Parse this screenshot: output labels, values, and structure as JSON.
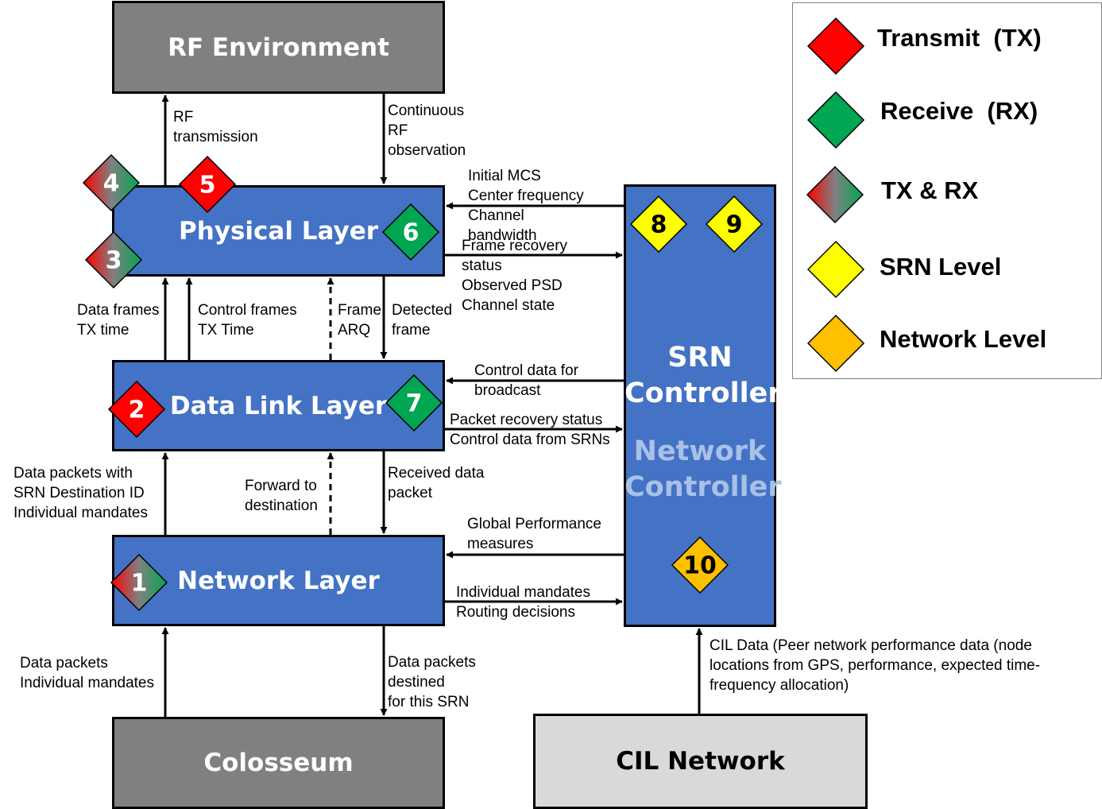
{
  "boxes": {
    "rf_environment": "RF Environment",
    "physical_layer": "Physical Layer",
    "data_link_layer": "Data Link Layer",
    "network_layer": "Network Layer",
    "colosseum": "Colosseum",
    "cil_network": "CIL Network",
    "srn_controller": "SRN\nController",
    "network_controller": "Network\nController"
  },
  "labels": {
    "rf_transmission": "RF\ntransmission",
    "continuous_rf": "Continuous\nRF\nobservation",
    "initial_mcs": "Initial MCS\nCenter frequency\nChannel\nbandwidth",
    "frame_recovery": "Frame recovery\nstatus\nObserved PSD\nChannel state",
    "data_frames": "Data frames\nTX time",
    "control_frames": "Control frames\nTX Time",
    "frame_arq": "Frame\nARQ",
    "detected_frame": "Detected\nframe",
    "control_broadcast": "Control data for\nbroadcast",
    "packet_recovery": "Packet recovery status\nControl data from SRNs",
    "data_packets_srn": "Data packets with\nSRN Destination ID\nIndividual mandates",
    "forward_destination": "Forward to\ndestination",
    "received_packet": "Received data\npacket",
    "global_performance": "Global Performance\nmeasures",
    "individual_routing": "Individual mandates\nRouting decisions",
    "data_packets_ind": "Data packets\nIndividual mandates",
    "data_packets_destined": "Data packets\ndestined\nfor this SRN",
    "cil_data": "CIL Data (Peer network performance data (node\nlocations from GPS, performance, expected time-\nfrequency allocation)"
  },
  "legend": {
    "transmit": "Transmit  (TX)",
    "receive": "Receive  (RX)",
    "txrx": "TX & RX",
    "srn_level": "SRN Level",
    "network_level": "Network Level"
  },
  "diamonds": {
    "d1": "1",
    "d2": "2",
    "d3": "3",
    "d4": "4",
    "d5": "5",
    "d6": "6",
    "d7": "7",
    "d8": "8",
    "d9": "9",
    "d10": "10"
  },
  "colors": {
    "tx": "#ff0000",
    "rx": "#00a651",
    "srn": "#ffff00",
    "network": "#ffc000",
    "layer": "#4472c4"
  }
}
